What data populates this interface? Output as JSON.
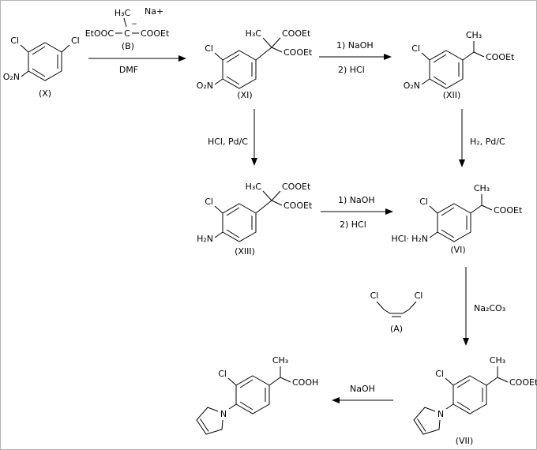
{
  "atoms": {
    "cl": "Cl",
    "nitro": "O₂N",
    "amine": "H₂N",
    "hcl_salt": "HCl·",
    "h3c": "H₃C",
    "ch3": "CH₃",
    "cooet": "COOEt",
    "etooc": "EtOOC",
    "cooh": "COOH",
    "n": "N",
    "c": "C",
    "na": "Na+",
    "minus": "−"
  },
  "reagents": {
    "dmf": "DMF",
    "step_naoh": "1) NaOH",
    "step_hcl": "2) HCl",
    "hcl_pdc": "HCl, Pd/C",
    "h2_pdc": "H₂, Pd/C",
    "na2co3": "Na₂CO₃",
    "naoh": "NaOH"
  },
  "compounds": {
    "x": "(X)",
    "xi": "(XI)",
    "xii": "(XII)",
    "xiii": "(XIII)",
    "vi": "(VI)",
    "vii": "(VII)",
    "a": "(A)",
    "b": "(B)"
  }
}
